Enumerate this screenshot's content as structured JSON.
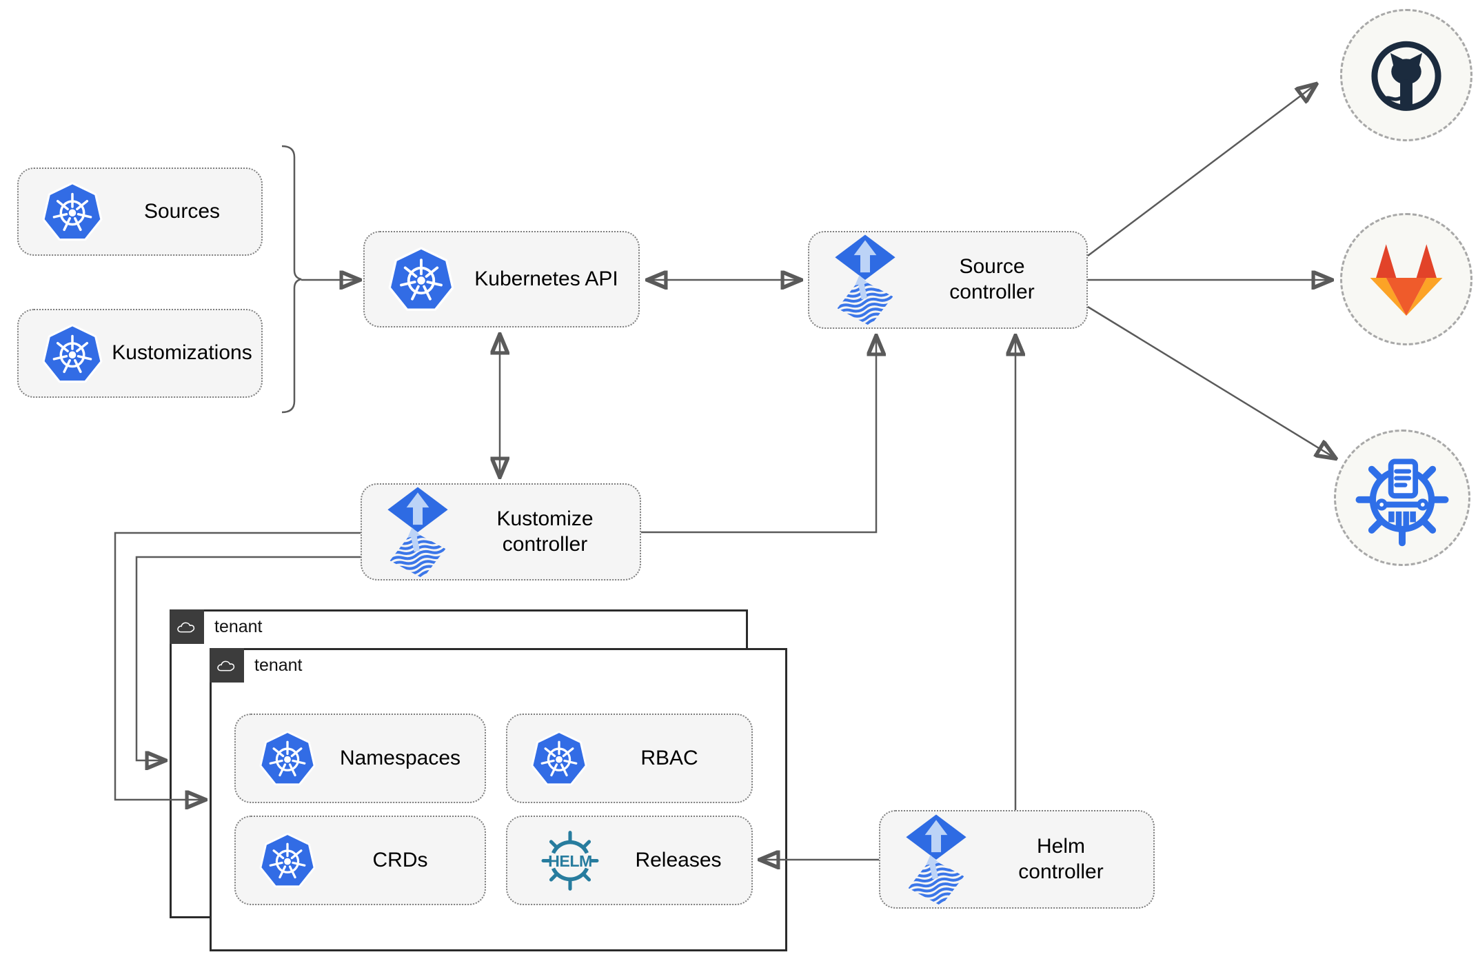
{
  "nodes": {
    "sources": {
      "label": "Sources",
      "icon": "kubernetes-logo"
    },
    "kustomizations": {
      "label": "Kustomizations",
      "icon": "kubernetes-logo"
    },
    "kubernetes_api": {
      "label": "Kubernetes API",
      "icon": "kubernetes-logo"
    },
    "source_controller": {
      "label": "Source controller",
      "icon": "flux-logo"
    },
    "kustomize_controller": {
      "label": "Kustomize controller",
      "icon": "flux-logo"
    },
    "helm_controller": {
      "label": "Helm controller",
      "icon": "flux-logo"
    },
    "namespaces": {
      "label": "Namespaces",
      "icon": "kubernetes-logo"
    },
    "rbac": {
      "label": "RBAC",
      "icon": "kubernetes-logo"
    },
    "crds": {
      "label": "CRDs",
      "icon": "kubernetes-logo"
    },
    "releases": {
      "label": "Releases",
      "icon": "helm-logo",
      "logo_text": "HELM"
    }
  },
  "frames": {
    "outer_tenant": {
      "label": "tenant",
      "icon": "cloud-icon"
    },
    "inner_tenant": {
      "label": "tenant",
      "icon": "cloud-icon"
    }
  },
  "destinations": {
    "github": {
      "icon": "github-logo"
    },
    "gitlab": {
      "icon": "gitlab-logo"
    },
    "registry": {
      "icon": "kustomize-wheel-logo"
    }
  },
  "colors": {
    "kubernetes_blue": "#326ce5",
    "flux_blue": "#2e6be3",
    "flux_light_blue": "#bcd3f7",
    "helm_teal": "#277c9e",
    "github_dark": "#1b2b3e",
    "gitlab_red": "#e24329",
    "gitlab_orange": "#fc6d26",
    "gitlab_yellow": "#fca326",
    "connector_gray": "#5a5a5a",
    "node_fill": "#f5f5f5",
    "frame_dark": "#2b2b2b"
  }
}
